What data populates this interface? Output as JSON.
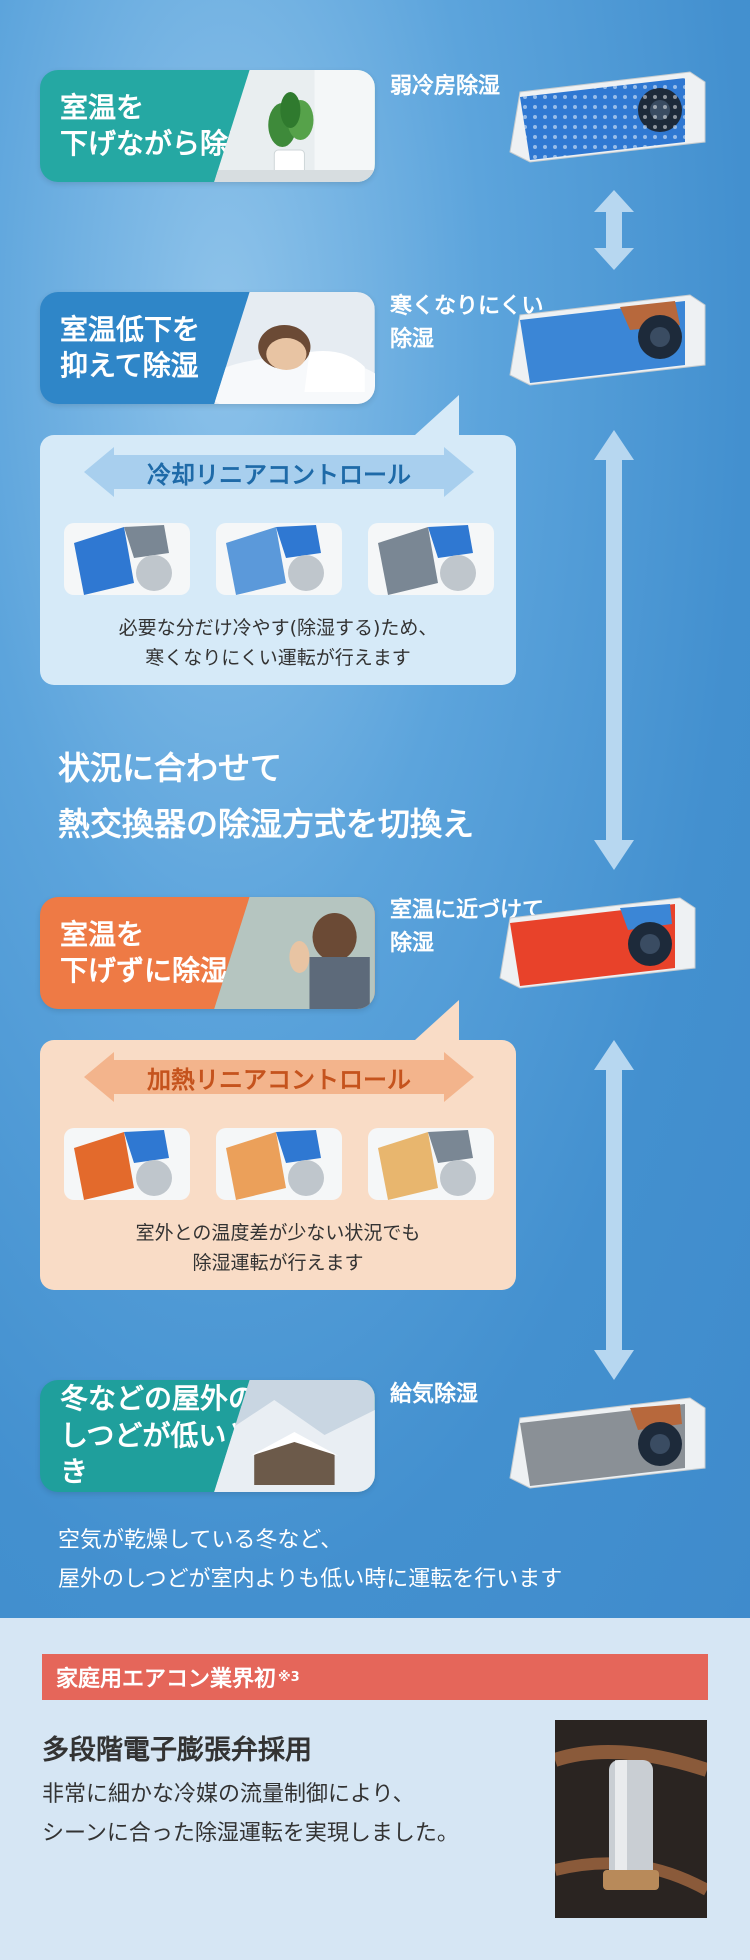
{
  "modes": [
    {
      "label": "室温を\n下げながら除湿",
      "title": "弱冷房除湿",
      "color": "#25a8a3"
    },
    {
      "label": "室温低下を\n抑えて除湿",
      "title": "寒くなりにくい\n除湿",
      "color": "#2f86c8"
    },
    {
      "label": "室温を\n下げずに除湿",
      "title": "室温に近づけて\n除湿",
      "color": "#ee7a45"
    },
    {
      "label": "冬などの屋外の\nしつどが低いとき",
      "title": "給気除湿",
      "color": "#1f9f9c"
    }
  ],
  "cool_panel": {
    "banner": "冷却リニアコントロール",
    "desc": "必要な分だけ冷やす(除湿する)ため、\n寒くなりにくい運転が行えます"
  },
  "heat_panel": {
    "banner": "加熱リニアコントロール",
    "desc": "室外との温度差が少ない状況でも\n除湿運転が行えます"
  },
  "headline": "状況に合わせて\n熱交換器の除湿方式を切換え",
  "winter_desc": "空気が乾燥している冬など、\n屋外のしつどが室内よりも低い時に運転を行います",
  "industry_first": {
    "label": "家庭用エアコン業界初",
    "note": "※3"
  },
  "valve": {
    "title": "多段階電子膨張弁採用",
    "desc": "非常に細かな冷媒の流量制御により、\nシーンに合った除湿運転を実現しました。"
  },
  "colors": {
    "cool": "#1e6aa8",
    "heat": "#c5531d",
    "red_bar": "#e5665a"
  }
}
